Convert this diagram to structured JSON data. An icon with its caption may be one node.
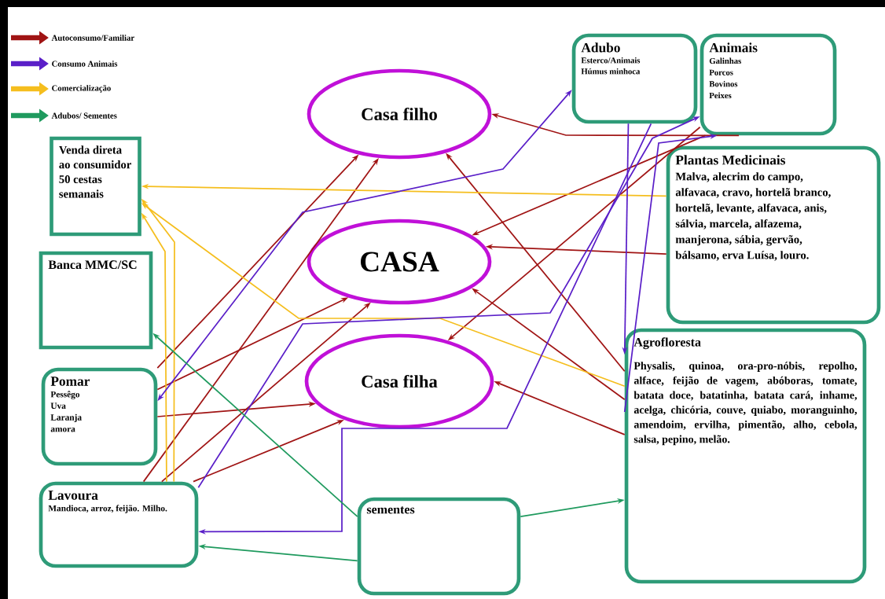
{
  "diagram": {
    "nodes": [
      {
        "text": [
          "Casa filho"
        ]
      },
      {
        "text": [
          "CASA"
        ]
      },
      {
        "text": [
          "Casa filha"
        ]
      },
      {
        "text": [
          "Venda direta ao consumidor 50 cestas semanais"
        ]
      },
      {
        "text": [
          "Banca MMC/SC"
        ]
      },
      {
        "text": [
          "Pomar",
          "Pessêgo Uva Laranja amora"
        ]
      },
      {
        "text": [
          "Lavoura",
          "Mandioca, arroz, feijão. Milho."
        ]
      },
      {
        "text": [
          "Adubo",
          "Esterco/Animais Húmus minhoca"
        ]
      },
      {
        "text": [
          "Animais",
          "Galinhas Porcos Bovinos Peixes"
        ]
      },
      {
        "text": [
          "Plantas Medicinais",
          "Malva, alecrim do campo, alfavaca, cravo, hortelã branco, hortelã, levante, alfavaca, anis, sálvia, marcela, alfazema, manjerona, sábia, gervão, bálsamo, erva Luísa, louro."
        ]
      },
      {
        "text": [
          "Agrofloresta",
          "Physalis, quinoa, ora-pro-nóbis, repolho, alface, feijão de vagem, abóboras, tomate, batata doce, batatinha, batata cará, inhame, acelga, chicória, couve, quiabo, moranguinho, amendoim, ervilha, pimentão, alho, cebola, salsa, pepino, melão."
        ]
      },
      {
        "text": [
          "sementes"
        ]
      }
    ],
    "edges": [
      {
        "from": 5,
        "to": 0,
        "arrow": "to"
      },
      {
        "from": 5,
        "to": 1,
        "arrow": "to"
      },
      {
        "from": 5,
        "to": 2,
        "arrow": "to"
      },
      {
        "from": 6,
        "to": 0,
        "arrow": "to"
      },
      {
        "from": 6,
        "to": 1,
        "arrow": "to"
      },
      {
        "from": 6,
        "to": 2,
        "arrow": "to"
      },
      {
        "from": 8,
        "to": 0,
        "arrow": "to"
      },
      {
        "from": 8,
        "to": 1,
        "arrow": "to"
      },
      {
        "from": 8,
        "to": 2,
        "arrow": "to"
      },
      {
        "from": 9,
        "to": 1,
        "arrow": "to"
      },
      {
        "from": 10,
        "to": 0,
        "arrow": "to"
      },
      {
        "from": 10,
        "to": 1,
        "arrow": "to"
      },
      {
        "from": 10,
        "to": 2,
        "arrow": "to"
      },
      {
        "from": 9,
        "to": 3,
        "arrow": "to",
        "color": "#f5be1e"
      },
      {
        "from": 10,
        "to": 3,
        "arrow": "to",
        "color": "#f5be1e"
      },
      {
        "from": 6,
        "to": 3,
        "arrow": "to",
        "color": "#f5be1e"
      },
      {
        "from": 6,
        "to": 3,
        "arrow": "to",
        "color": "#f5be1e"
      },
      {
        "from": 7,
        "to": 5,
        "arrow": "both",
        "color": "#5a1fc8"
      },
      {
        "from": 7,
        "to": 10,
        "arrow": "to",
        "color": "#5a1fc8"
      },
      {
        "from": 7,
        "to": 6,
        "arrow": "to",
        "color": "#5a1fc8"
      },
      {
        "from": 6,
        "to": 8,
        "arrow": "to",
        "color": "#5a1fc8"
      },
      {
        "from": 10,
        "to": 8,
        "arrow": "to",
        "color": "#5a1fc8"
      },
      {
        "from": 11,
        "to": 4,
        "arrow": "to",
        "color": "#1f9a5e"
      },
      {
        "from": 11,
        "to": 6,
        "arrow": "to",
        "color": "#1f9a5e"
      },
      {
        "from": 11,
        "to": 10,
        "arrow": "to",
        "color": "#1f9a5e"
      }
    ],
    "legend": [
      {
        "text": "Autoconsumo/Familiar",
        "color": "#a01414"
      },
      {
        "text": "Consumo Animais",
        "color": "#5a1fc8"
      },
      {
        "text": "Comercialização",
        "color": "#f5be1e"
      },
      {
        "text": "Adubos/ Sementes",
        "color": "#1f9a5e"
      }
    ]
  }
}
